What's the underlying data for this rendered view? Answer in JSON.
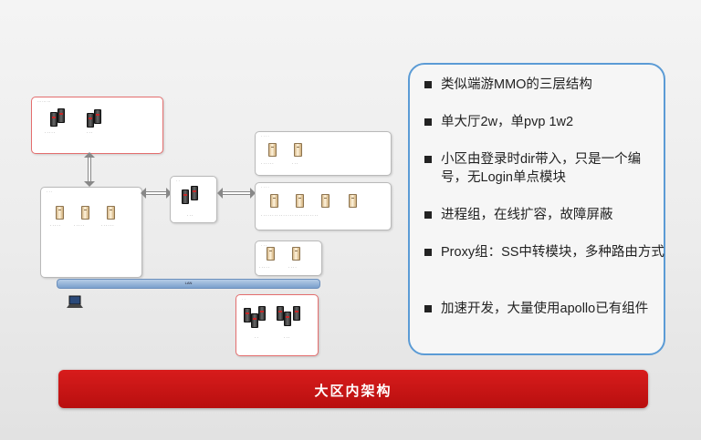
{
  "bullets": [
    "类似端游MMO的三层结构",
    "单大厅2w，单pvp 1w2",
    "小区由登录时dir带入，只是一个编号，无Login单点模块",
    "进程组，在线扩容，故障屏蔽",
    "Proxy组：SS中转模块，多种路由方式",
    "加速开发，大量使用apollo已有组件"
  ],
  "banner": "大区内架构",
  "lan_label": "LAN",
  "colors": {
    "accent_red": "#c41414",
    "info_border": "#5b9bd5",
    "box_red": "#e46e6e"
  }
}
